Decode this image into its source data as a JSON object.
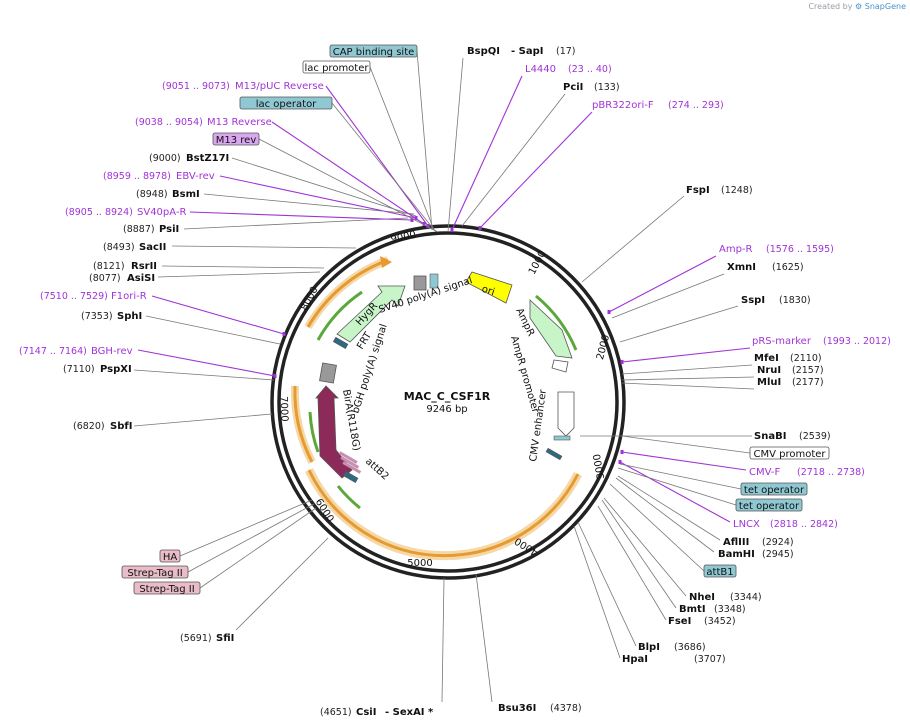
{
  "credit": {
    "prefix": "Created by",
    "brand": "SnapGene"
  },
  "map": {
    "name": "MAC_C_CSF1R",
    "size_label": "9246 bp",
    "total_bp": 9246
  },
  "tick_labels": [
    "1000",
    "2000",
    "3000",
    "4000",
    "5000",
    "6000",
    "7000",
    "8000",
    "9000"
  ],
  "site_labels": [
    {
      "name": "BspQI",
      "coord": "",
      "color": "black",
      "extra": "- SapI",
      "coord2": "(17)"
    },
    {
      "name": "L4440",
      "coord": "(23 .. 40)",
      "color": "purple"
    },
    {
      "name": "PciI",
      "coord": "(133)",
      "color": "black"
    },
    {
      "name": "pBR322ori-F",
      "coord": "(274 .. 293)",
      "color": "purple"
    },
    {
      "name": "FspI",
      "coord": "(1248)",
      "color": "black"
    },
    {
      "name": "Amp-R",
      "coord": "(1576 .. 1595)",
      "color": "purple"
    },
    {
      "name": "XmnI",
      "coord": "(1625)",
      "color": "black"
    },
    {
      "name": "SspI",
      "coord": "(1830)",
      "color": "black"
    },
    {
      "name": "pRS-marker",
      "coord": "(1993 .. 2012)",
      "color": "purple"
    },
    {
      "name": "MfeI",
      "coord": "(2110)",
      "color": "black"
    },
    {
      "name": "NruI",
      "coord": "(2157)",
      "color": "black"
    },
    {
      "name": "MluI",
      "coord": "(2177)",
      "color": "black"
    },
    {
      "name": "SnaBI",
      "coord": "(2539)",
      "color": "black"
    },
    {
      "name": "CMV-F",
      "coord": "(2718 .. 2738)",
      "color": "purple"
    },
    {
      "name": "LNCX",
      "coord": "(2818 .. 2842)",
      "color": "purple"
    },
    {
      "name": "AflIII",
      "coord": "(2924)",
      "color": "black"
    },
    {
      "name": "BamHI",
      "coord": "(2945)",
      "color": "black"
    },
    {
      "name": "NheI",
      "coord": "(3344)",
      "color": "black"
    },
    {
      "name": "BmtI",
      "coord": "(3348)",
      "color": "black"
    },
    {
      "name": "FseI",
      "coord": "(3452)",
      "color": "black"
    },
    {
      "name": "BlpI",
      "coord": "(3686)",
      "color": "black"
    },
    {
      "name": "HpaI",
      "coord": "(3707)",
      "color": "black"
    },
    {
      "name": "Bsu36I",
      "coord": "(4378)",
      "color": "black"
    },
    {
      "name": "CsiI",
      "coord": "(4651)",
      "color": "black",
      "extra": "- SexAI *"
    },
    {
      "name": "SfiI",
      "coord": "(5691)",
      "color": "black"
    },
    {
      "name": "SbfI",
      "coord": "(6820)",
      "color": "black"
    },
    {
      "name": "PspXI",
      "coord": "(7110)",
      "color": "black"
    },
    {
      "name": "BGH-rev",
      "coord": "(7147 .. 7164)",
      "color": "purple"
    },
    {
      "name": "SphI",
      "coord": "(7353)",
      "color": "black"
    },
    {
      "name": "F1ori-R",
      "coord": "(7510 .. 7529)",
      "color": "purple"
    },
    {
      "name": "AsiSI",
      "coord": "(8077)",
      "color": "black"
    },
    {
      "name": "RsrII",
      "coord": "(8121)",
      "color": "black"
    },
    {
      "name": "SacII",
      "coord": "(8493)",
      "color": "black"
    },
    {
      "name": "PsiI",
      "coord": "(8887)",
      "color": "black"
    },
    {
      "name": "SV40pA-R",
      "coord": "(8905 .. 8924)",
      "color": "purple"
    },
    {
      "name": "BsmI",
      "coord": "(8948)",
      "color": "black"
    },
    {
      "name": "EBV-rev",
      "coord": "(8959 .. 8978)",
      "color": "purple"
    },
    {
      "name": "BstZ17I",
      "coord": "(9000)",
      "color": "black"
    },
    {
      "name": "M13 Reverse",
      "coord": "(9038 .. 9054)",
      "color": "purple"
    },
    {
      "name": "M13/pUC Reverse",
      "coord": "(9051 .. 9073)",
      "color": "purple"
    }
  ],
  "boxed_labels": [
    {
      "text": "CAP binding site",
      "style": "teal"
    },
    {
      "text": "lac promoter",
      "style": "white"
    },
    {
      "text": "lac operator",
      "style": "teal"
    },
    {
      "text": "M13 rev",
      "style": "violet"
    },
    {
      "text": "CMV promoter",
      "style": "white"
    },
    {
      "text": "tet operator",
      "style": "teal"
    },
    {
      "text": "tet operator",
      "style": "teal"
    },
    {
      "text": "attB1",
      "style": "teal"
    },
    {
      "text": "HA",
      "style": "pink"
    },
    {
      "text": "Strep-Tag II",
      "style": "pink"
    },
    {
      "text": "Strep-Tag II",
      "style": "pink"
    }
  ],
  "features": {
    "ori": "ori",
    "ampr": "AmpR",
    "ampr_promoter": "AmpR promoter",
    "cmv_enhancer": "CMV enhancer",
    "sv40": "SV40 poly(A) signal",
    "hygr": "HygR",
    "frt": "FRT",
    "bgh": "bGH poly(A) signal",
    "bira": "BirA(R118G)",
    "attb2": "attB2"
  },
  "colors": {
    "purple": "#a033d6",
    "teal_box": "#8fc8d2",
    "pink_box": "#e9bcc8",
    "violet_box": "#d9a6f0",
    "ori": "#ffff00",
    "ampr": "#c8f5c8",
    "bira": "#8c2a5a",
    "orf_arrow": "#e89a30"
  }
}
